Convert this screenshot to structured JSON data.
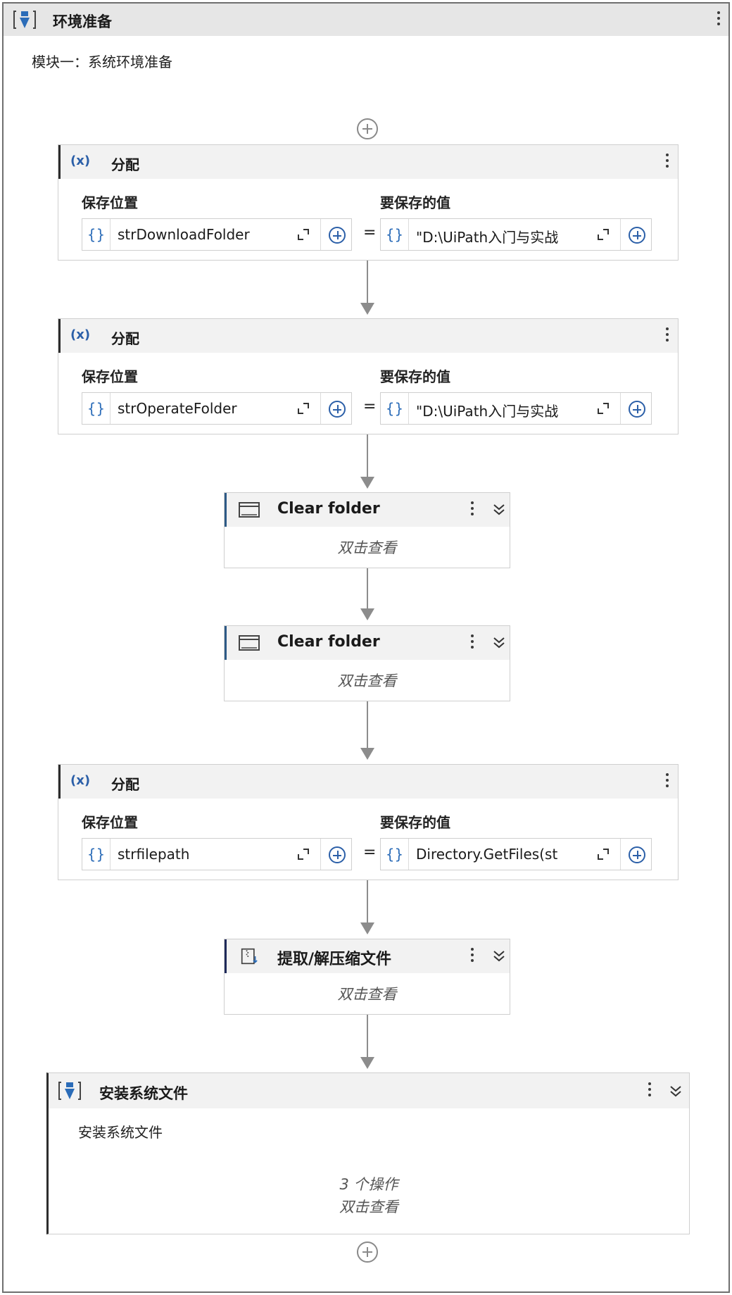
{
  "sequence": {
    "title": "环境准备",
    "annotation": "模块一：系统环境准备",
    "icon": "sequence-icon"
  },
  "assign_label": "分配",
  "field_labels": {
    "to": "保存位置",
    "value": "要保存的值"
  },
  "assigns": [
    {
      "to": "strDownloadFolder",
      "value": "\"D:\\UiPath入门与实战"
    },
    {
      "to": "strOperateFolder",
      "value": "\"D:\\UiPath入门与实战"
    },
    {
      "to": "strfilepath",
      "value": "Directory.GetFiles(st"
    }
  ],
  "workflows": [
    {
      "title": "Clear folder",
      "subtitle": "双击查看",
      "icon": "window-icon"
    },
    {
      "title": "Clear folder",
      "subtitle": "双击查看",
      "icon": "window-icon"
    },
    {
      "title": "提取/解压缩文件",
      "subtitle": "双击查看",
      "icon": "zip-file-icon"
    }
  ],
  "sub_sequence": {
    "title": "安装系统文件",
    "annotation": "安装系统文件",
    "count": "3 个操作",
    "subtitle": "双击查看",
    "icon": "sequence-icon"
  },
  "colors": {
    "accent_blue": "#2b5fa8",
    "connector": "#8c8c8c",
    "header_bg": "#e6e6e6"
  }
}
